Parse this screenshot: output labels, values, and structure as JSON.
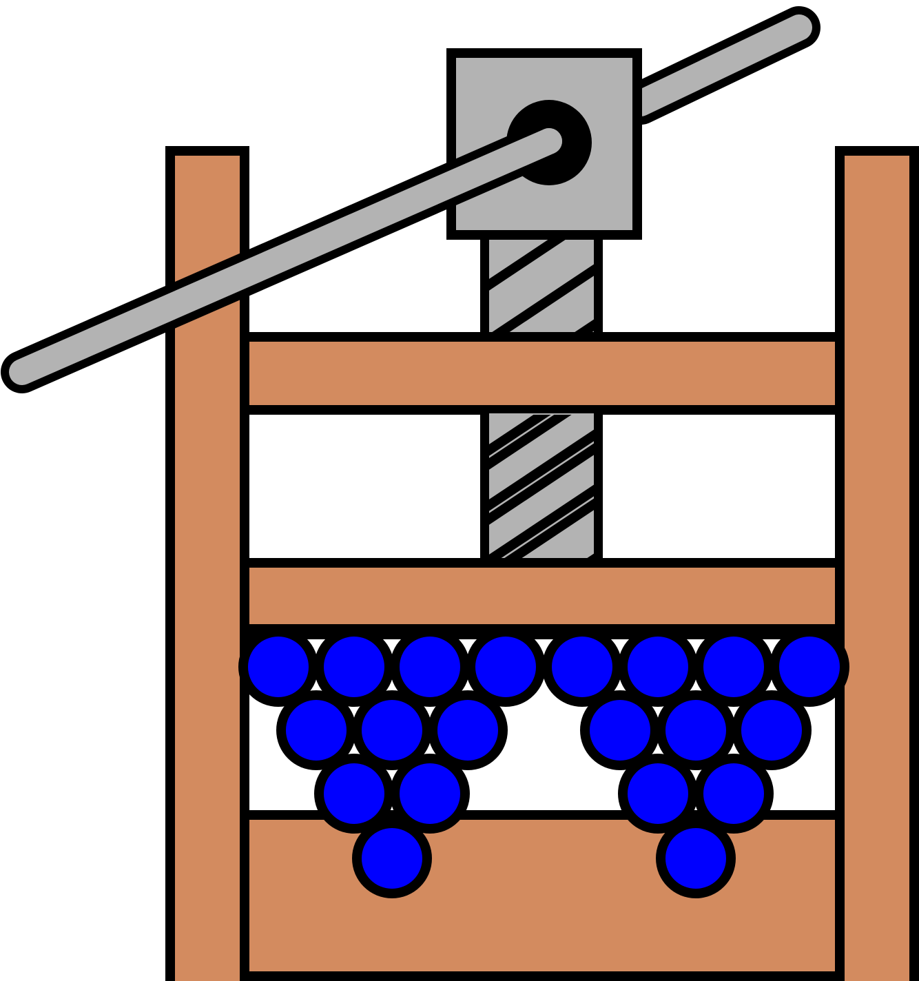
{
  "illustration": {
    "subject": "screw-press-with-grapes",
    "colors": {
      "outline": "#000000",
      "wood": "#d38b5f",
      "metal": "#b3b3b3",
      "grape": "#0000ff",
      "background": "#ffffff"
    },
    "parts": {
      "frame": "wooden-frame",
      "screw": "threaded-screw",
      "nut": "screw-nut-block",
      "handle": "turning-lever",
      "grapes_left": "grape-cluster-left",
      "grapes_right": "grape-cluster-right"
    },
    "grape_counts": {
      "left_cluster": 10,
      "right_cluster": 10
    }
  }
}
